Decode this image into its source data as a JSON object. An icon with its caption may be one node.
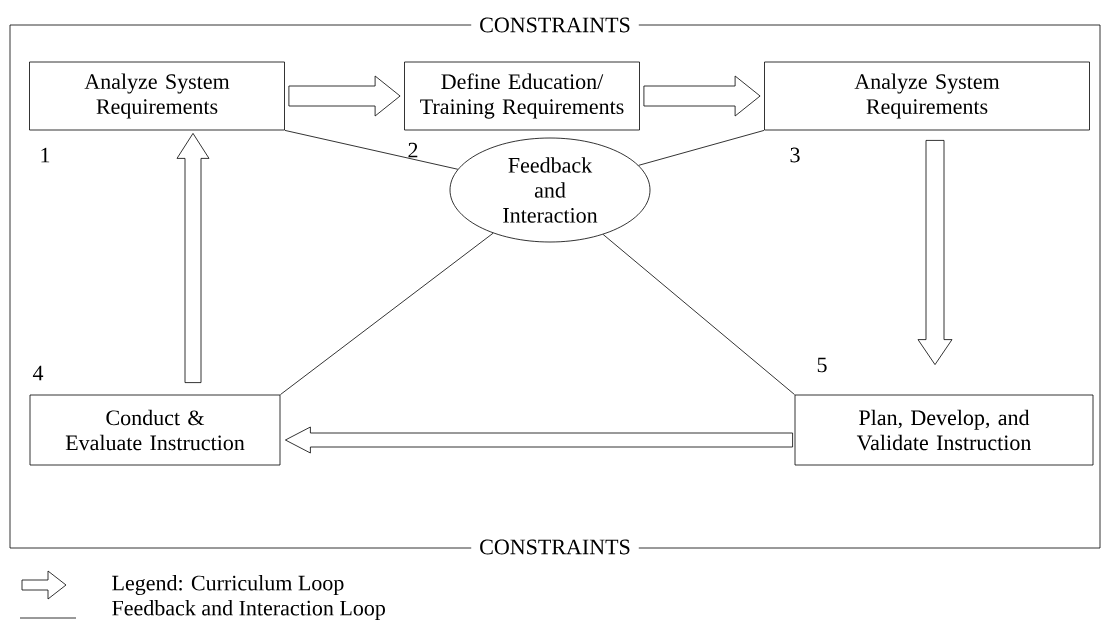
{
  "diagram": {
    "nodes": [
      {
        "text": [
          "Analyze System Requirements"
        ],
        "beside": [
          "1"
        ]
      },
      {
        "text": [
          "Define Education/ Training Requirements"
        ],
        "beside": [
          "2"
        ]
      },
      {
        "text": [
          "Analyze System Requirements"
        ],
        "beside": [
          "3"
        ]
      },
      {
        "text": [
          "Feedback and Interaction"
        ]
      },
      {
        "text": [
          "Conduct & Evaluate Instruction"
        ],
        "beside": [
          "4"
        ]
      },
      {
        "text": [
          "Plan, Develop, and Validate Instruction"
        ],
        "beside": [
          "5"
        ]
      }
    ],
    "edges": [
      {
        "from": 0,
        "to": 1,
        "arrow": "to",
        "style": "thick"
      },
      {
        "from": 1,
        "to": 2,
        "arrow": "to",
        "style": "thick"
      },
      {
        "from": 2,
        "to": 5,
        "arrow": "to",
        "style": "thick"
      },
      {
        "from": 5,
        "to": 4,
        "arrow": "to",
        "style": "thick"
      },
      {
        "from": 4,
        "to": 0,
        "arrow": "to",
        "style": "thick"
      },
      {
        "from": 3,
        "to": 0,
        "arrow": "none"
      },
      {
        "from": 3,
        "to": 2,
        "arrow": "none"
      },
      {
        "from": 3,
        "to": 4,
        "arrow": "none"
      },
      {
        "from": 3,
        "to": 5,
        "arrow": "none"
      }
    ],
    "labels": [
      "CONSTRAINTS",
      "CONSTRAINTS"
    ],
    "legend": [
      {
        "text": "Legend: Curriculum Loop"
      },
      {
        "text": "Feedback and Interaction Loop"
      }
    ]
  }
}
